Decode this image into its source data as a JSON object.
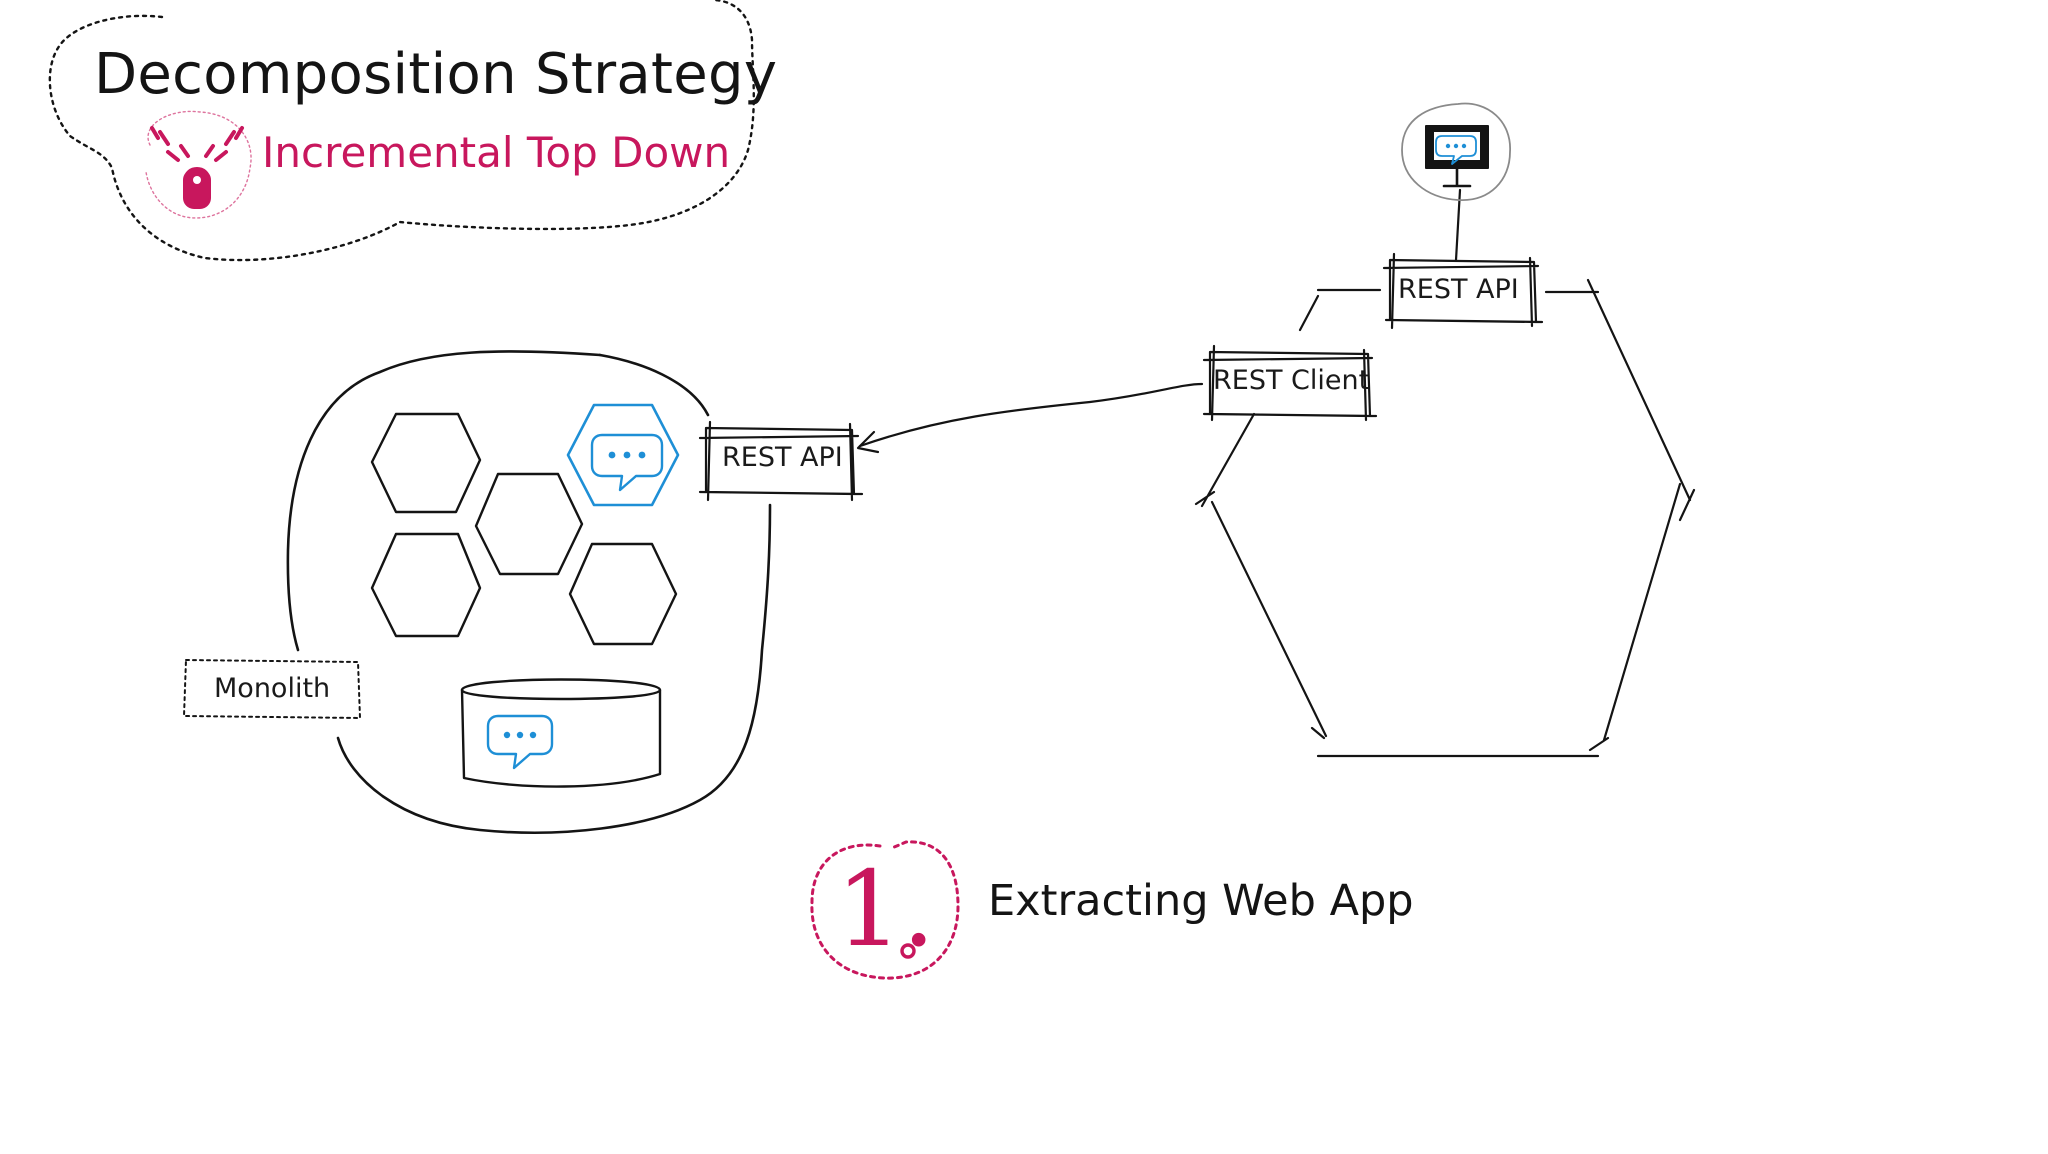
{
  "header": {
    "title": "Decomposition Strategy",
    "subtitle": "Incremental Top Down",
    "subtitle_icon": "lightning-rod-icon"
  },
  "monolith": {
    "label": "Monolith",
    "api_label": "REST API"
  },
  "web_app": {
    "client_label": "REST Client",
    "api_label": "REST API",
    "client_icon": "monitor-chat-icon"
  },
  "step": {
    "number": "1.",
    "label": "Extracting Web App"
  },
  "colors": {
    "ink": "#141414",
    "accent": "#c8175d",
    "service_blue": "#1e8fd6"
  }
}
